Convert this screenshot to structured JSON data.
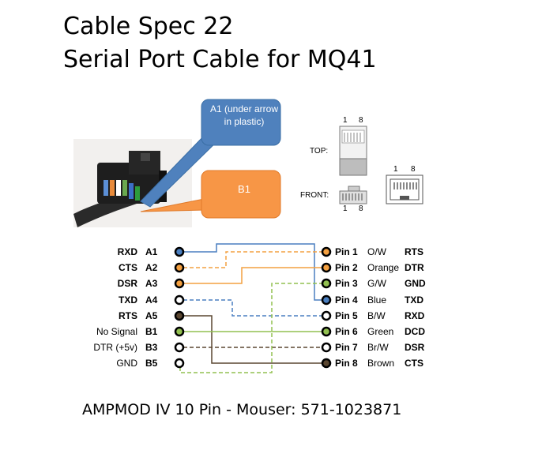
{
  "title_line1": "Cable Spec 22",
  "title_line2": "Serial Port Cable for MQ41",
  "callouts": {
    "a1": "A1 (under arrow in plastic)",
    "b1": "B1"
  },
  "rj45": {
    "top_label": "TOP:",
    "front_label": "FRONT:",
    "pin_one": "1",
    "pin_eight": "8"
  },
  "left_rows": [
    {
      "signal": "RXD",
      "pin": "A1"
    },
    {
      "signal": "CTS",
      "pin": "A2"
    },
    {
      "signal": "DSR",
      "pin": "A3"
    },
    {
      "signal": "TXD",
      "pin": "A4"
    },
    {
      "signal": "RTS",
      "pin": "A5"
    },
    {
      "signal": "No Signal",
      "pin": "B1"
    },
    {
      "signal": "DTR (+5v)",
      "pin": "B3"
    },
    {
      "signal": "GND",
      "pin": "B5"
    }
  ],
  "right_rows": [
    {
      "pin": "Pin 1",
      "color": "O/W",
      "signal": "RTS"
    },
    {
      "pin": "Pin 2",
      "color": "Orange",
      "signal": "DTR"
    },
    {
      "pin": "Pin 3",
      "color": "G/W",
      "signal": "GND"
    },
    {
      "pin": "Pin 4",
      "color": "Blue",
      "signal": "TXD"
    },
    {
      "pin": "Pin 5",
      "color": "B/W",
      "signal": "RXD"
    },
    {
      "pin": "Pin 6",
      "color": "Green",
      "signal": "DCD"
    },
    {
      "pin": "Pin 7",
      "color": "Br/W",
      "signal": "DSR"
    },
    {
      "pin": "Pin 8",
      "color": "Brown",
      "signal": "CTS"
    }
  ],
  "wire_colors": {
    "orange": "#f4a040",
    "blue": "#4a7fc0",
    "green": "#92c050",
    "brown": "#5a4630",
    "callout_blue": "#4f81bd",
    "callout_orange": "#f79646"
  },
  "footer": "AMPMOD IV 10 Pin - Mouser: 571-1023871"
}
